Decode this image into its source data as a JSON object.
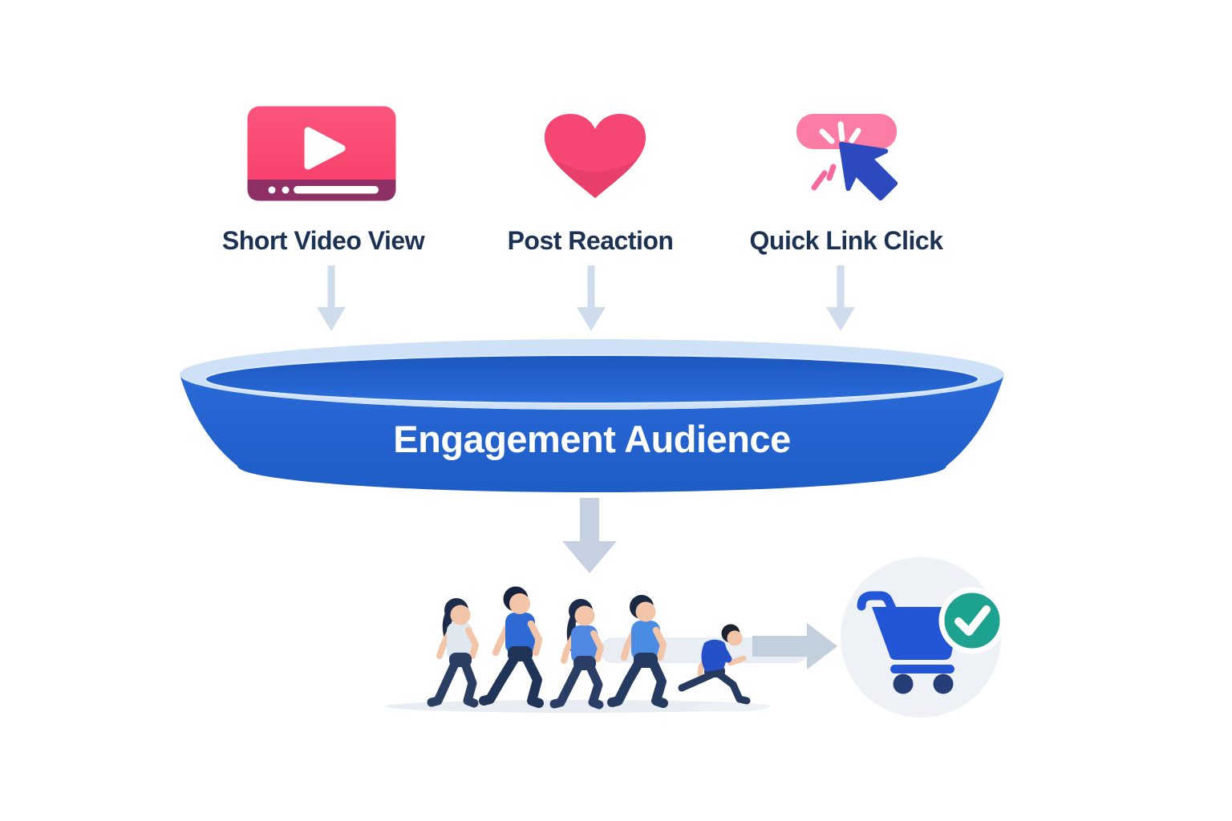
{
  "diagram": {
    "kind": "engagement-funnel-infographic",
    "background": "#ffffff"
  },
  "sources": {
    "items": [
      {
        "label": "Short Video View",
        "icon": "video-player-icon"
      },
      {
        "label": "Post Reaction",
        "icon": "heart-icon"
      },
      {
        "label": "Quick Link Click",
        "icon": "cursor-click-icon"
      }
    ]
  },
  "funnel": {
    "label": "Engagement Audience"
  },
  "outcome": {
    "illustration": "people-walking-toward-purchase",
    "people_count": 5,
    "icons": [
      "shopping-cart-icon",
      "check-badge-icon"
    ]
  },
  "colors": {
    "label_text": "#1c3254",
    "funnel_body": "#2263d1",
    "funnel_rim": "#cfe1f7",
    "small_arrow": "#cfdcec",
    "large_arrow": "#c5d1e0",
    "pink": "#f9436e",
    "pink_button": "#fb7ca4",
    "player_bar": "#8e3066",
    "cursor_blue": "#2c49bd",
    "cart_blue": "#2356d6",
    "badge_teal": "#1ca28f",
    "people_shirts": [
      "#dfe8ef",
      "#2e6ad3",
      "#4f88e2",
      "#4a8ce4",
      "#2450c8"
    ],
    "pants_navy": "#26395e",
    "skin": "#f2c5a8"
  }
}
